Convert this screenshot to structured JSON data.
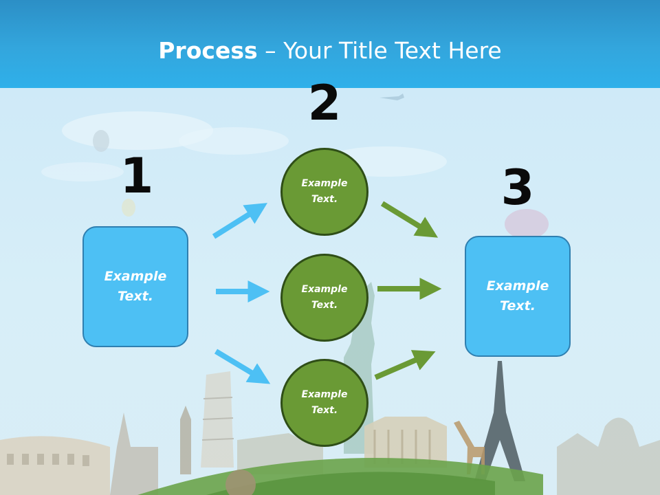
{
  "slide": {
    "title_bold": "Process",
    "title_rest": " – Your Title Text Here"
  },
  "steps": {
    "one": "1",
    "two": "2",
    "three": "3"
  },
  "boxes": {
    "left": {
      "line1": "Example",
      "line2": "Text."
    },
    "right": {
      "line1": "Example",
      "line2": "Text."
    }
  },
  "circles": [
    {
      "line1": "Example",
      "line2": "Text."
    },
    {
      "line1": "Example",
      "line2": "Text."
    },
    {
      "line1": "Example",
      "line2": "Text."
    }
  ],
  "colors": {
    "header": "#33a6dd",
    "box_fill": "#4dc0f4",
    "circle_fill": "#6a9a35",
    "blue_arrow": "#4dc0f4",
    "green_arrow": "#6a9a35"
  }
}
